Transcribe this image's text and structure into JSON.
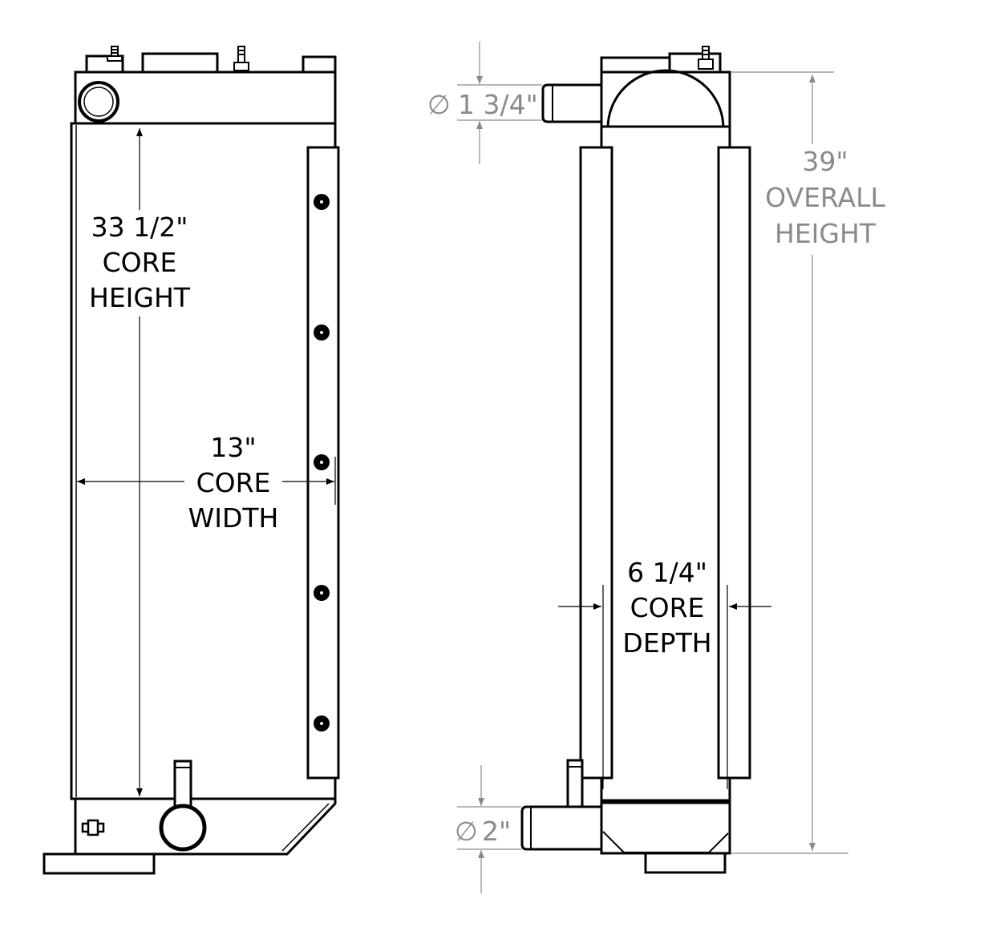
{
  "front_view": {
    "core_height": {
      "value": "33 1/2\"",
      "line1": "CORE",
      "line2": "HEIGHT"
    },
    "core_width": {
      "value": "13\"",
      "line1": "CORE",
      "line2": "WIDTH"
    }
  },
  "side_view": {
    "core_depth": {
      "value": "6 1/4\"",
      "line1": "CORE",
      "line2": "DEPTH"
    },
    "overall_height": {
      "value": "39\"",
      "line1": "OVERALL",
      "line2": "HEIGHT"
    },
    "inlet_diameter": {
      "symbol": "∅",
      "value": "1 3/4\""
    },
    "outlet_diameter": {
      "symbol": "∅",
      "value": "2\""
    }
  },
  "colors": {
    "outline": "#000000",
    "dimension_gray": "#8a8a8a",
    "background": "#ffffff"
  }
}
